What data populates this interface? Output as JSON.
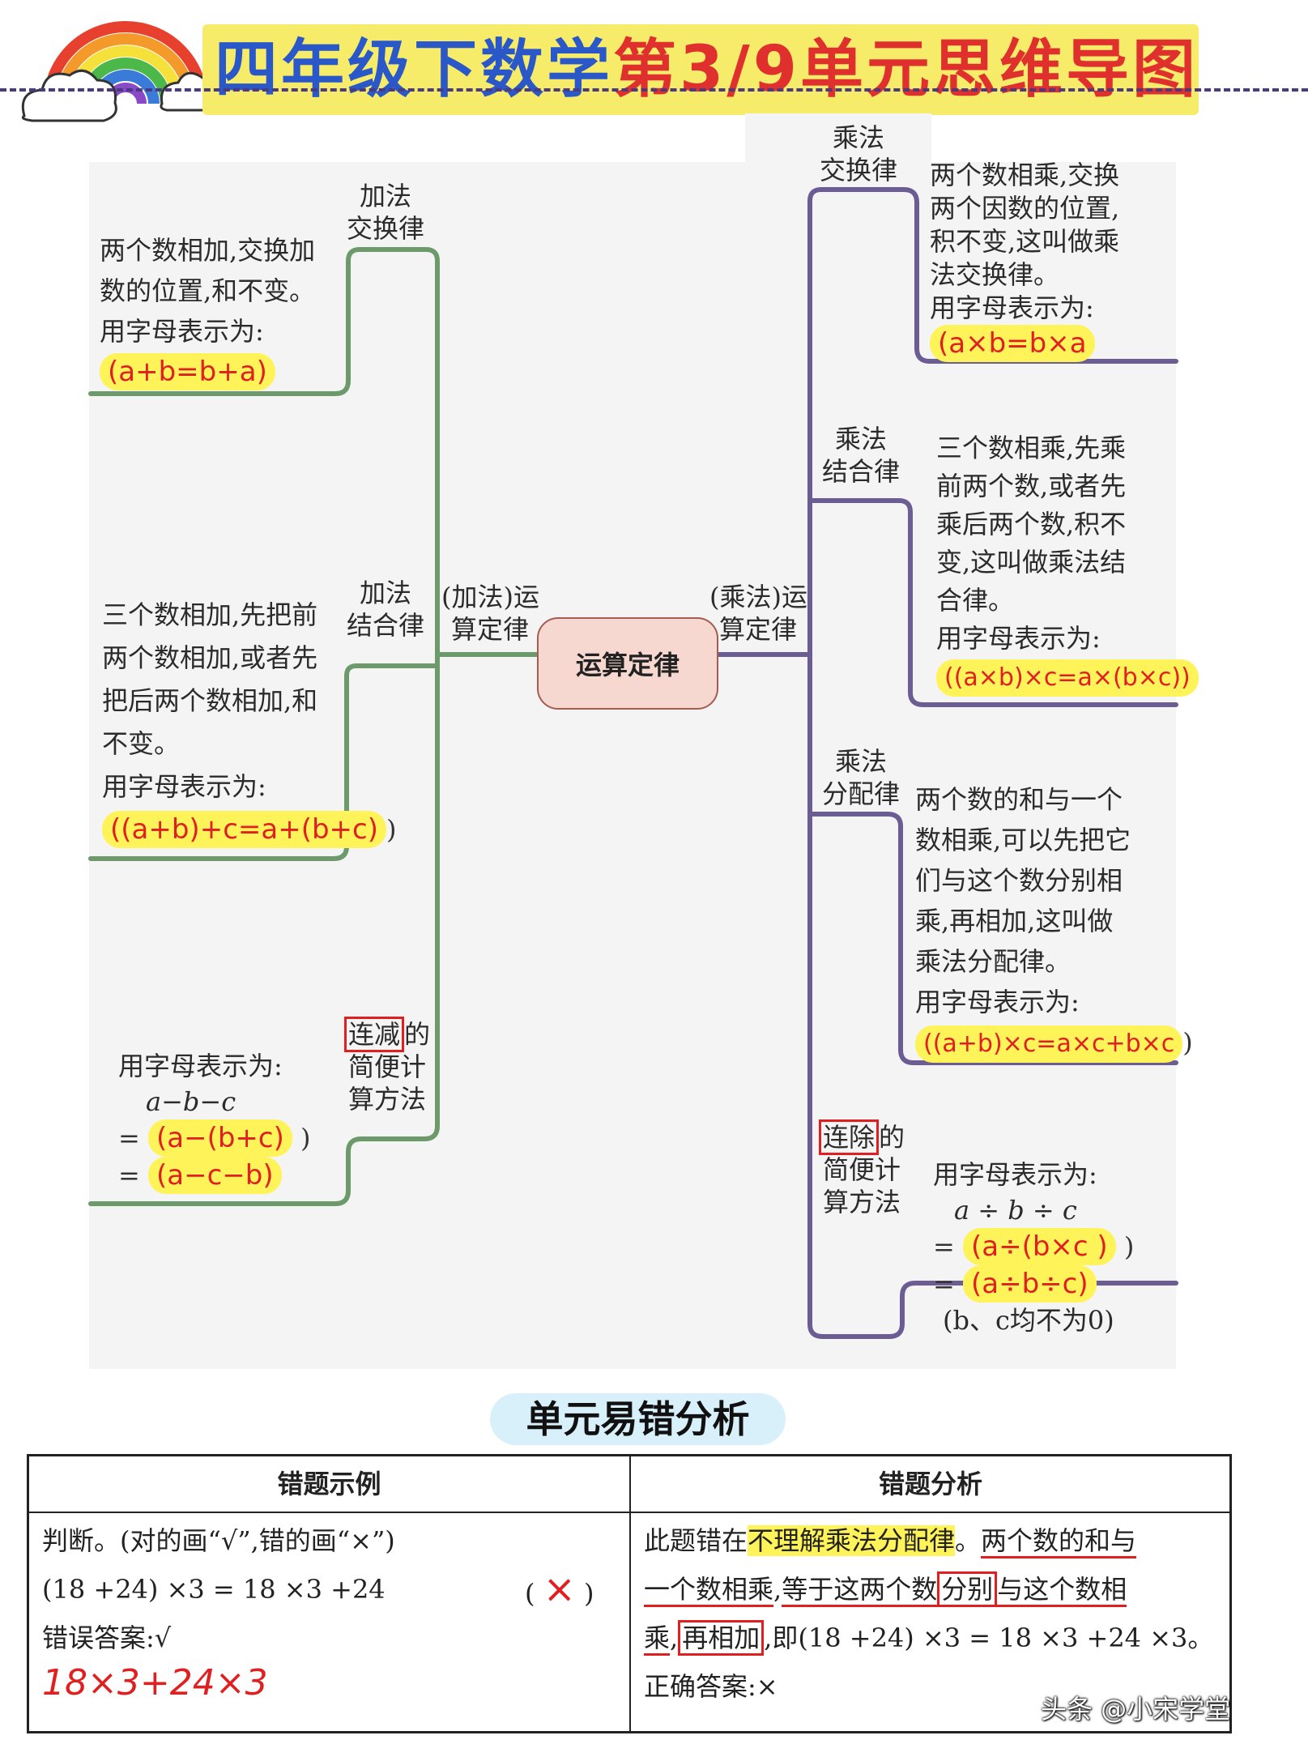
{
  "header": {
    "title_part1": "四年级下数学",
    "title_part2": "第3/9单元思维导图"
  },
  "mindmap": {
    "center": "运算定律",
    "left_hub": [
      "(加法)运",
      "算定律"
    ],
    "right_hub": [
      "(乘法)运",
      "算定律"
    ],
    "add_commutative": {
      "label": [
        "加法",
        "交换律"
      ],
      "text": [
        "两个数相加,交换加",
        "数的位置,和不变。",
        "用字母表示为:"
      ],
      "formula": "(a+b=b+a)"
    },
    "add_associative": {
      "label": [
        "加法",
        "结合律"
      ],
      "text": [
        "三个数相加,先把前",
        "两个数相加,或者先",
        "把后两个数相加,和",
        "不变。",
        "用字母表示为:"
      ],
      "formula": "((a+b)+c=a+(b+c)",
      "formula_tail": ")"
    },
    "sub_simplify": {
      "label_boxed": "连减",
      "label_rest": "的",
      "label_lines": [
        "简便计",
        "算方法"
      ],
      "text": "用字母表示为:",
      "expr": "a−b−c",
      "eq1_prefix": "= ",
      "eq1": "(a−(b+c)",
      "eq1_tail": " )",
      "eq2_prefix": "= ",
      "eq2": "(a−c−b)"
    },
    "mul_commutative": {
      "label": [
        "乘法",
        "交换律"
      ],
      "text": [
        "两个数相乘,交换",
        "两个因数的位置,",
        "积不变,这叫做乘",
        "法交换律。",
        "用字母表示为:"
      ],
      "formula": "(a×b=b×a"
    },
    "mul_associative": {
      "label": [
        "乘法",
        "结合律"
      ],
      "text": [
        "三个数相乘,先乘",
        "前两个数,或者先",
        "乘后两个数,积不",
        "变,这叫做乘法结",
        "合律。",
        "用字母表示为:"
      ],
      "formula": "((a×b)×c=a×(b×c))"
    },
    "mul_distributive": {
      "label": [
        "乘法",
        "分配律"
      ],
      "text": [
        "两个数的和与一个",
        "数相乘,可以先把它",
        "们与这个数分别相",
        "乘,再相加,这叫做",
        "乘法分配律。",
        "用字母表示为:"
      ],
      "formula": "((a+b)×c=a×c+b×c",
      "formula_tail": ")"
    },
    "div_simplify": {
      "label_boxed": "连除",
      "label_rest": "的",
      "label_lines": [
        "简便计",
        "算方法"
      ],
      "text": "用字母表示为:",
      "expr": "a ÷ b ÷ c",
      "eq1_prefix": "= ",
      "eq1": "(a÷(b×c )",
      "eq1_tail": " )",
      "eq2_prefix": "= ",
      "eq2": "(a÷b÷c)",
      "note": "(b、c均不为0)"
    }
  },
  "error_analysis": {
    "heading": "单元易错分析",
    "col1_header": "错题示例",
    "col2_header": "错题分析",
    "example": {
      "line1": "判断。(对的画“√”,错的画“×”)",
      "line2": "(18 +24) ×3 = 18 ×3 +24",
      "mark_open": "(",
      "mark": "×",
      "mark_close": ")",
      "line3": "错误答案:√",
      "handwritten": "18×3+24×3"
    },
    "analysis": {
      "p1": "此题错在",
      "p1_hl": "不理解乘法分配律",
      "p1_end": "。",
      "p1_red": "两个数的和与",
      "p2_a": "一个数相乘",
      "p2_b": ",",
      "p2_c": "等于这两个数",
      "p2_box": "分别",
      "p2_d": "与这个数相",
      "p3_a": "乘",
      "p3_b": ",",
      "p3_box": "再相加",
      "p3_c": ",即(18 +24) ×3 = 18 ×3 +24 ×3。",
      "p4": "正确答案:×"
    }
  },
  "watermark": "头条 @小宋学堂",
  "colors": {
    "title_blue": "#2a58c8",
    "title_red": "#e0302e",
    "title_bg": "#f6ec6a",
    "left_branch": "#6c9a6a",
    "right_branch": "#6c5c94",
    "formula_red": "#e02020",
    "highlight": "#fff35a"
  }
}
